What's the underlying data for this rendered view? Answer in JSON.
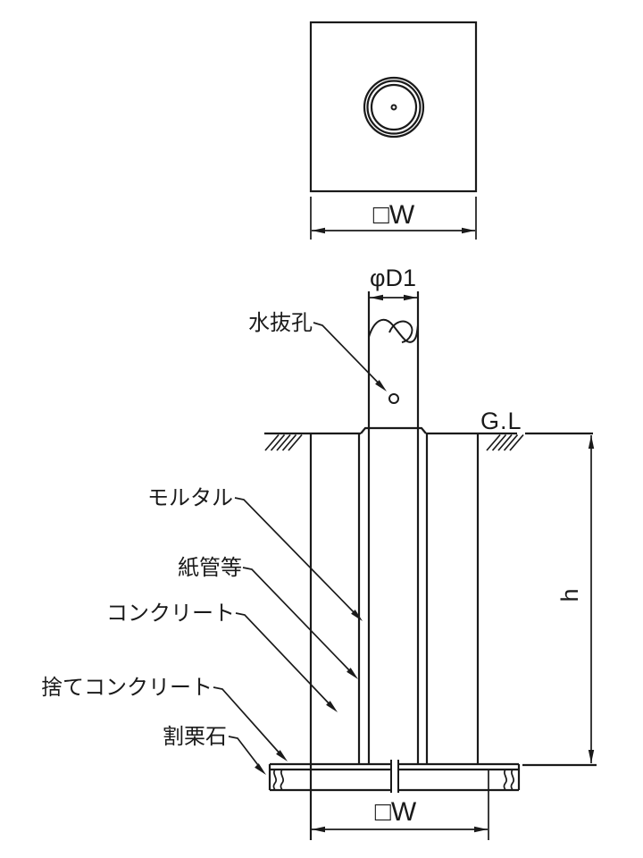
{
  "top_view": {
    "width_label": "□W"
  },
  "section_view": {
    "diameter_label": "φD1",
    "drain_hole_label": "水抜孔",
    "ground_level_label": "G.L",
    "mortar_label": "モルタル",
    "paper_tube_label": "紙管等",
    "concrete_label": "コンクリート",
    "lean_concrete_label": "捨てコンクリート",
    "crushed_stone_label": "割栗石",
    "height_label": "h",
    "width_label": "□W"
  },
  "colors": {
    "line": "#1a1a1a",
    "background": "#ffffff"
  }
}
